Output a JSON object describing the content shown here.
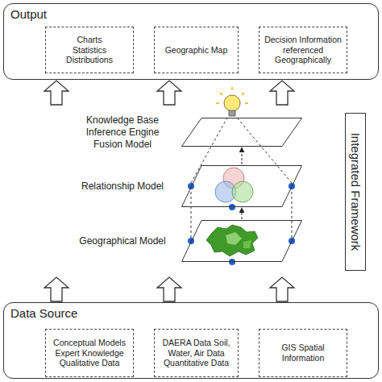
{
  "diagram": {
    "nodes": [
      {
        "text": [
          "Output"
        ]
      },
      {
        "text": [
          "Charts Statistics Distributions"
        ],
        "in": 0
      },
      {
        "text": [
          "Geographic Map"
        ],
        "in": 0
      },
      {
        "text": [
          "Decision Information referenced Geographically"
        ],
        "in": 0
      },
      {
        "text": [
          "Knowledge Base Inference Engine Fusion Model"
        ]
      },
      {
        "text": [
          "Relationship Model"
        ]
      },
      {
        "text": [
          "Geographical Model"
        ]
      },
      {
        "text": [
          "Integrated Framework"
        ]
      },
      {
        "text": [
          "Data Source"
        ]
      },
      {
        "text": [
          "Conceptual Models Expert Knowledge Qualitative Data"
        ],
        "in": 8
      },
      {
        "text": [
          "DAERA Data Soil, Water, Air Data Quantitative Data"
        ],
        "in": 8
      },
      {
        "text": [
          "GIS Spatial Information"
        ],
        "in": 8
      }
    ],
    "edges": [
      {
        "from": 9,
        "to": 6,
        "arrow": "to"
      },
      {
        "from": 10,
        "to": 6,
        "arrow": "to"
      },
      {
        "from": 11,
        "to": 6,
        "arrow": "to"
      },
      {
        "from": 6,
        "to": 5,
        "arrow": "to"
      },
      {
        "from": 5,
        "to": 4,
        "arrow": "to"
      },
      {
        "from": 4,
        "to": 1,
        "arrow": "to"
      },
      {
        "from": 4,
        "to": 2,
        "arrow": "to"
      },
      {
        "from": 4,
        "to": 3,
        "arrow": "to"
      }
    ]
  }
}
